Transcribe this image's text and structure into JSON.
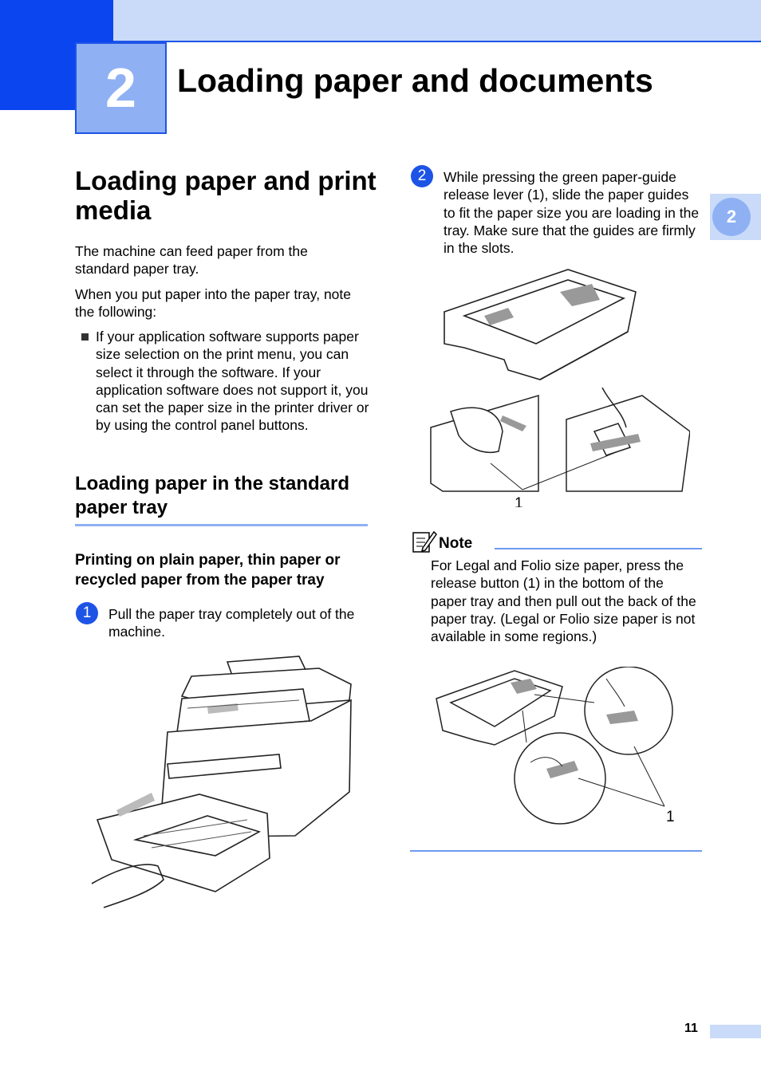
{
  "chapter": {
    "number": "2",
    "title": "Loading paper and documents"
  },
  "side_tab": "2",
  "section": {
    "title": "Loading paper and print media",
    "intro1": "The machine can feed paper from the standard paper tray.",
    "intro2": "When you put paper into the paper tray, note the following:",
    "bullet": "If your application software supports paper size selection on the print menu, you can select it through the software. If your application software does not support it, you can set the paper size in the printer driver or by using the control panel buttons."
  },
  "subsection": {
    "title": "Loading paper in the standard paper tray",
    "minor_title": "Printing on plain paper, thin paper or recycled paper from the paper tray"
  },
  "steps": [
    {
      "number": "1",
      "text": "Pull the paper tray completely out of the machine."
    },
    {
      "number": "2",
      "text": "While pressing the green paper-guide release lever (1), slide the paper guides to fit the paper size you are loading in the tray. Make sure that the guides are firmly in the slots."
    }
  ],
  "figures": {
    "step2_callout": "1",
    "note_callout": "1"
  },
  "note": {
    "label": "Note",
    "text": "For Legal and Folio size paper, press the release button (1) in the bottom of the paper tray and then pull out the back of the paper tray. (Legal or Folio size paper is not available in some regions.)"
  },
  "page_number": "11",
  "colors": {
    "accent": "#1e54e6",
    "band": "#c9dbf8",
    "chapter_box": "#8fb1f4"
  }
}
